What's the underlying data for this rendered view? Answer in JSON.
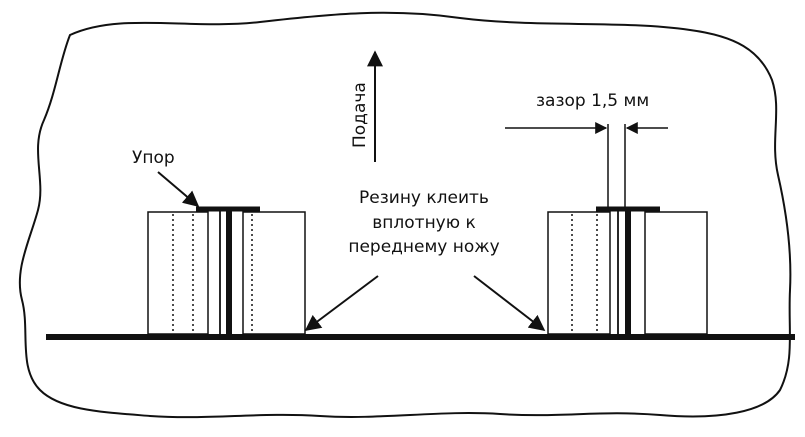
{
  "labels": {
    "feed": "Подача",
    "stop": "Упор",
    "gap": "зазор 1,5 мм",
    "note_line1": "Резину клеить",
    "note_line2": "вплотную к",
    "note_line3": "переднему ножу"
  },
  "colors": {
    "ink": "#111111",
    "background": "#ffffff"
  }
}
